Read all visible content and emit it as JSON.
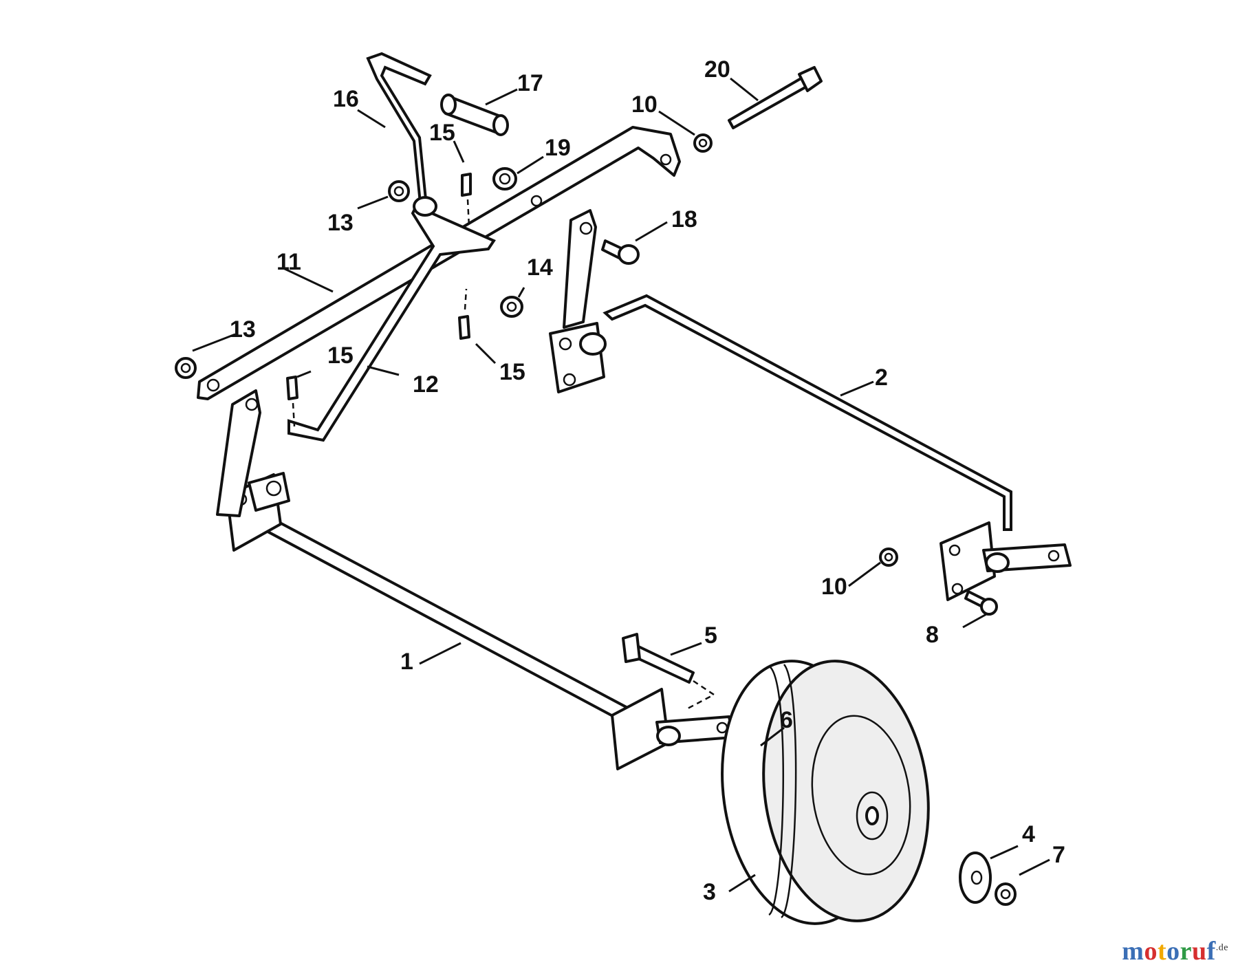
{
  "callouts": [
    "1",
    "2",
    "3",
    "4",
    "5",
    "6",
    "7",
    "8",
    "10",
    "10",
    "11",
    "12",
    "13",
    "13",
    "14",
    "15",
    "15",
    "15",
    "16",
    "17",
    "18",
    "19",
    "20"
  ],
  "watermark": {
    "name": "motoruf",
    "suffix": ".de",
    "letter_colors": [
      "#3b6fb6",
      "#d62f2f",
      "#f2a900",
      "#3b6fb6",
      "#2e9a45",
      "#d62f2f",
      "#3b6fb6"
    ]
  }
}
